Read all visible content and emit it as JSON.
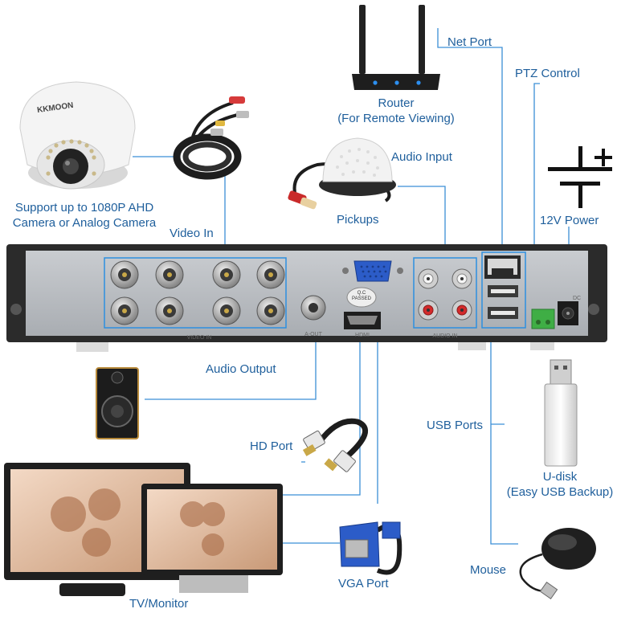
{
  "labels": {
    "camera": "Support up to 1080P AHD\nCamera or Analog Camera",
    "camera_brand": "KKMOON",
    "video_in": "Video In",
    "router": "Router\n(For Remote Viewing)",
    "net_port": "Net Port",
    "ptz_control": "PTZ Control",
    "audio_input": "Audio Input",
    "pickups": "Pickups",
    "power_12v": "12V Power",
    "audio_output": "Audio Output",
    "hd_port": "HD Port",
    "usb_ports": "USB Ports",
    "udisk": "U-disk\n(Easy USB Backup)",
    "vga_port": "VGA Port",
    "mouse": "Mouse",
    "tv_monitor": "TV/Monitor"
  },
  "panel_marks": {
    "video_in": "VIDEO IN",
    "a_out": "A-OUT",
    "hdmi": "HDMI",
    "qc": "Q.C\nPASSED",
    "audio_in": "AUDIO IN",
    "dc": "DC"
  },
  "colors": {
    "label": "#1f5f9c",
    "line": "#3b8fd6",
    "highlight_box": "#2d8fe0",
    "panel": "#b8bcc0",
    "panel_frame": "#2b2b2b",
    "vga_blue": "#2c5cc8",
    "terminal_green": "#3fae45",
    "rca_red": "#d42a2a"
  },
  "icons": [
    "dome-camera-icon",
    "bnc-cable-icon",
    "router-icon",
    "microphone-pickup-icon",
    "dc-power-symbol-icon",
    "speaker-icon",
    "hdmi-cable-icon",
    "usb-flash-drive-icon",
    "vga-cable-icon",
    "mouse-icon",
    "tv-monitor-icon"
  ]
}
